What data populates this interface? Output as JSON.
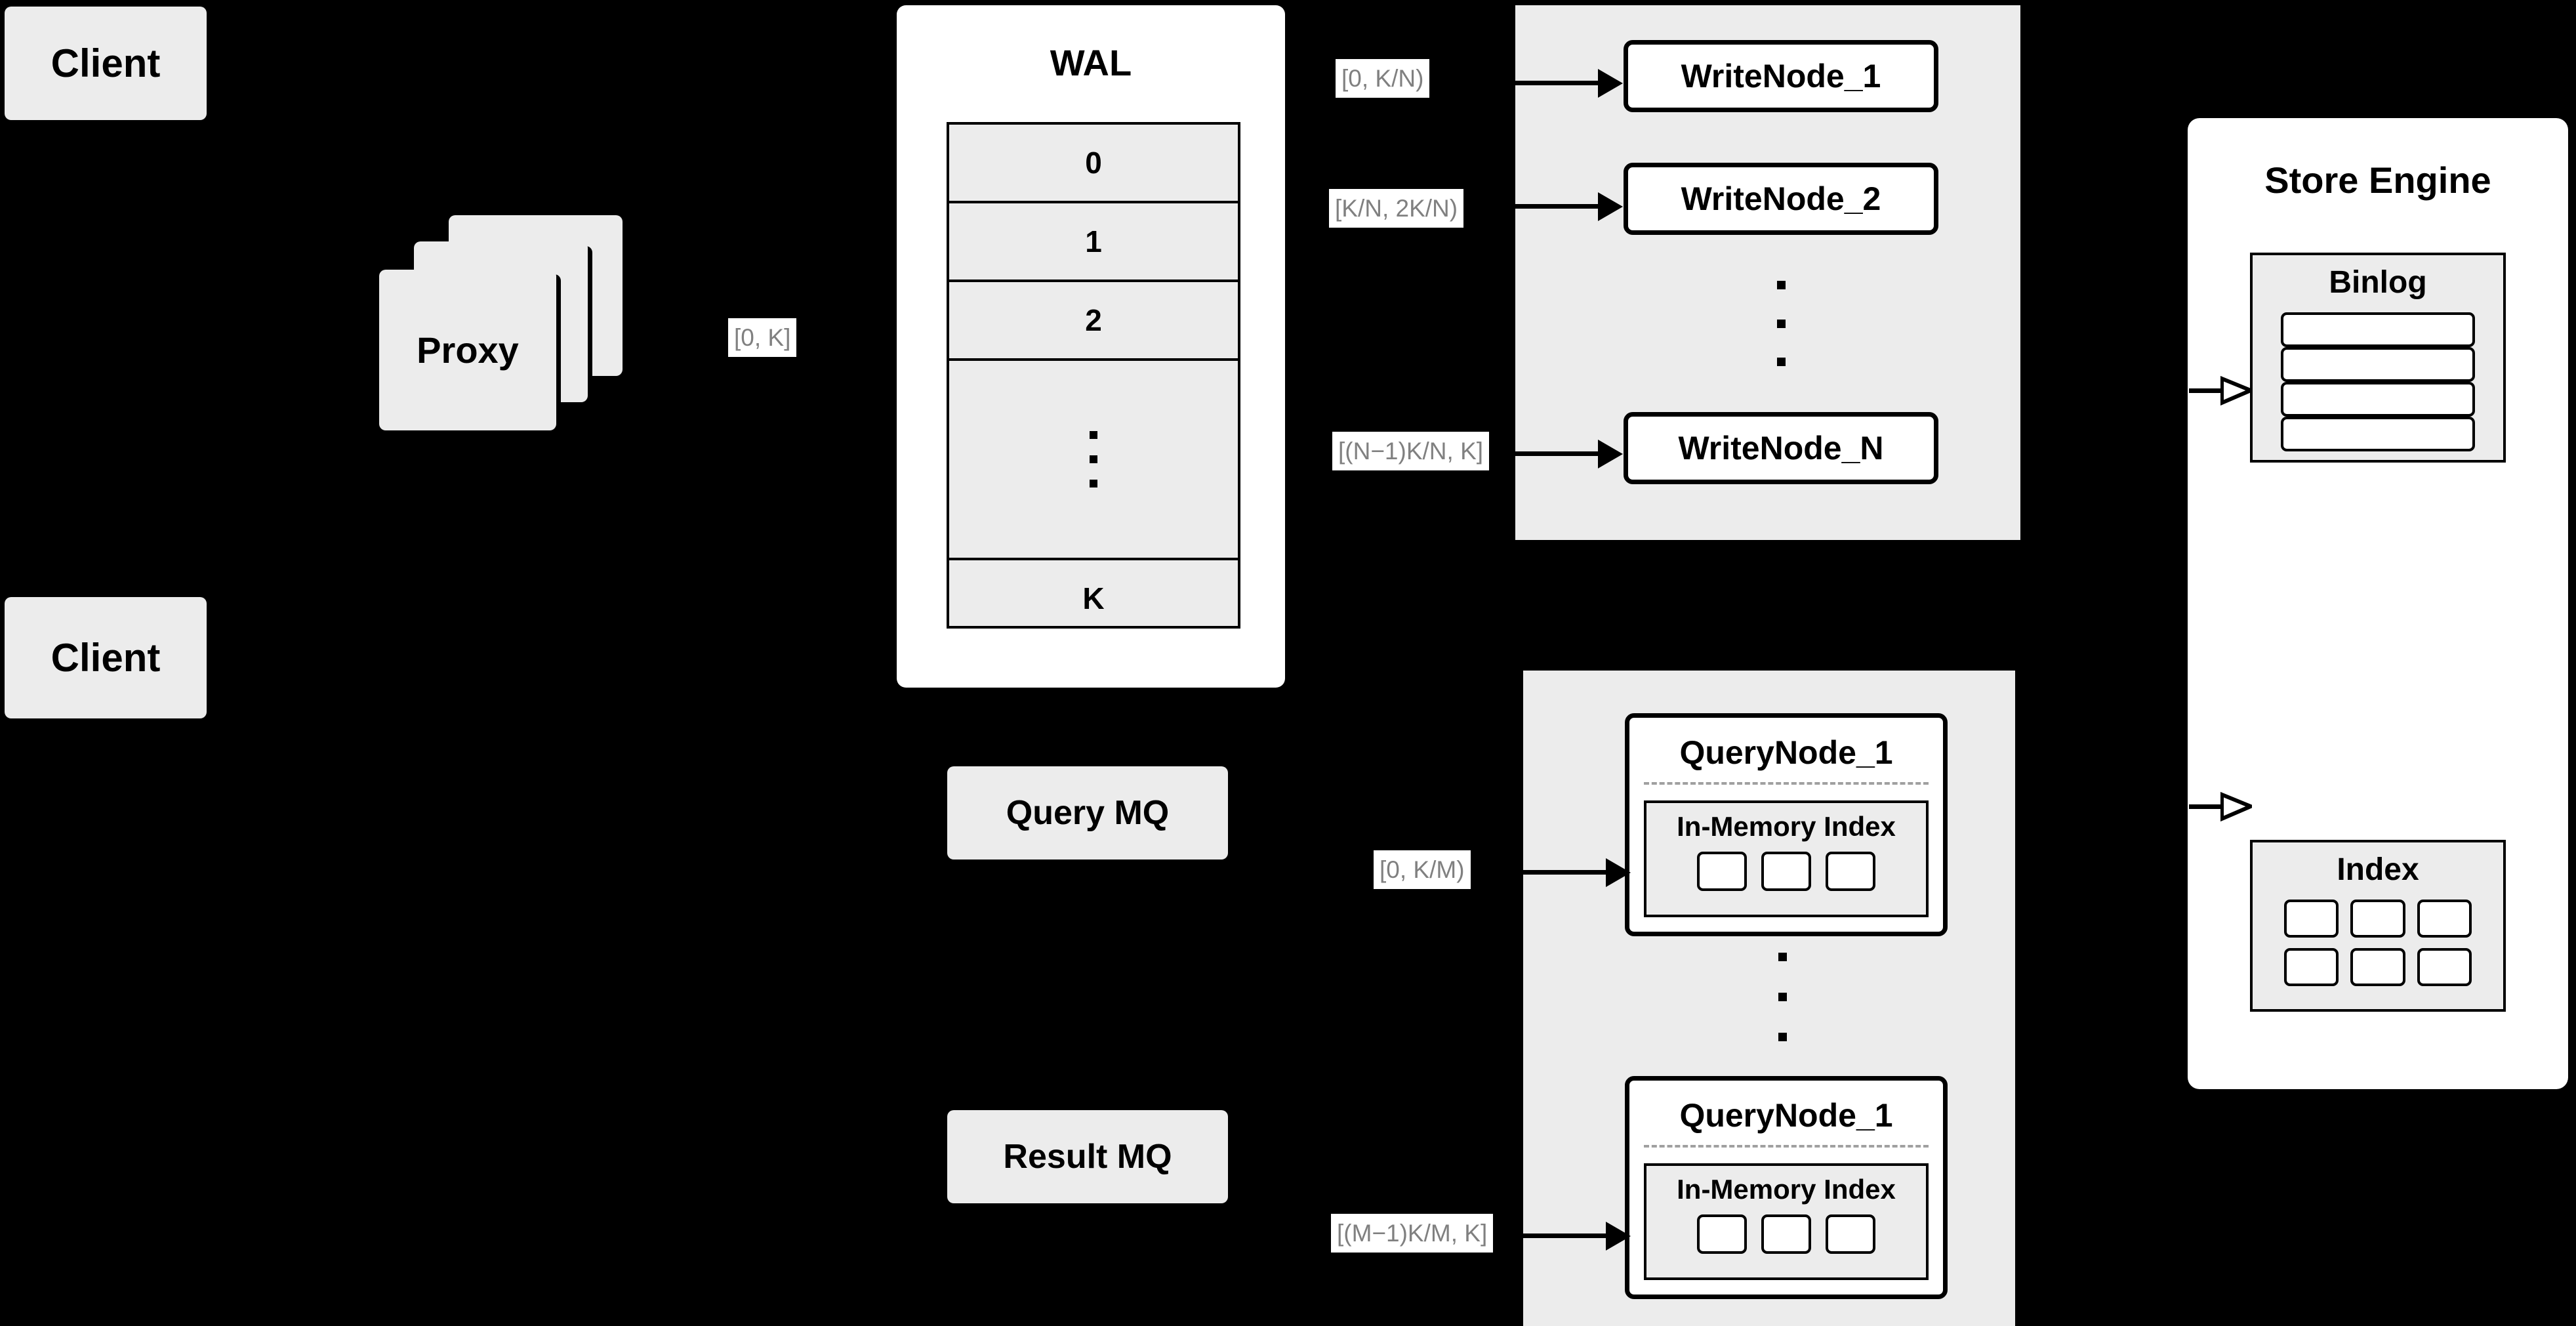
{
  "clients": [
    {
      "label": "Client"
    },
    {
      "label": "Client"
    }
  ],
  "proxy": {
    "label": "Proxy",
    "stack_count": 3
  },
  "edge_labels": {
    "proxy_to_wal": "[0, K]",
    "wal_to_writenode_1": "[0,  K/N)",
    "wal_to_writenode_2": "[K/N, 2K/N)",
    "wal_to_writenode_n": "[(N−1)K/N,  K]",
    "mq_to_querynode_1": "[0, K/M)",
    "mq_to_querynode_m": "[(M−1)K/M, K]"
  },
  "wal": {
    "title": "WAL",
    "rows": [
      "0",
      "1",
      "2"
    ],
    "ellipsis_dots": 3,
    "last_row": "K"
  },
  "write_group": {
    "nodes": [
      {
        "label": "WriteNode_1"
      },
      {
        "label": "WriteNode_2"
      },
      {
        "label": "WriteNode_N"
      }
    ],
    "ellipsis_dots": 3
  },
  "queues": {
    "query_mq": "Query MQ",
    "result_mq": "Result MQ"
  },
  "query_group": {
    "nodes": [
      {
        "title": "QueryNode_1",
        "index_title": "In-Memory Index",
        "index_cells": 3
      },
      {
        "title": "QueryNode_1",
        "index_title": "In-Memory Index",
        "index_cells": 3
      }
    ],
    "ellipsis_dots": 3
  },
  "store_engine": {
    "title": "Store Engine",
    "binlog": {
      "title": "Binlog",
      "row_count": 4
    },
    "index": {
      "title": "Index",
      "cell_count": 6
    }
  },
  "colors": {
    "background": "#000000",
    "node_fill": "#ececec",
    "panel_fill": "#ffffff",
    "stroke": "#000000",
    "label_text": "#808080"
  }
}
